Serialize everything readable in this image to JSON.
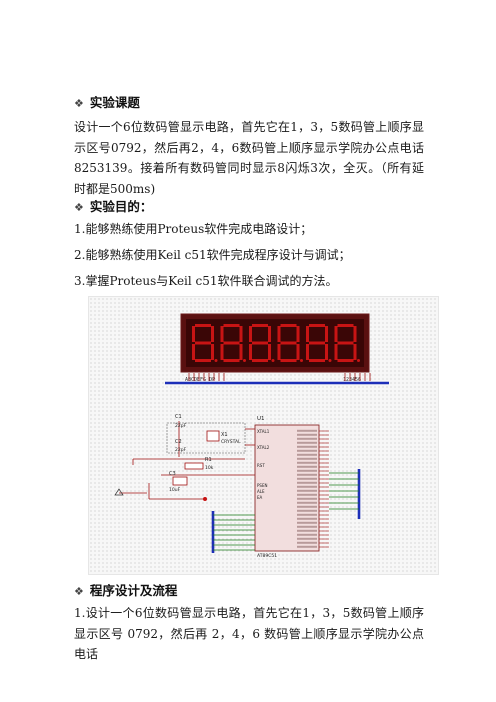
{
  "sections": [
    {
      "bullet": "❖",
      "title": "实验课题"
    },
    {
      "bullet": "❖",
      "title": "实验目的："
    },
    {
      "bullet": "❖",
      "title": "程序设计及流程"
    }
  ],
  "task_paragraph": "设计一个6位数码管显示电路，首先它在1，3，5数码管上顺序显示区号0792，然后再2，4，6数码管上顺序显示学院办公点电话8253139。接着所有数码管同时显示8闪烁3次，全灭。（所有延时都是500ms)",
  "goals": [
    "1.能够熟练使用Proteus软件完成电路设计；",
    "2.能够熟练使用Keil c51软件完成程序设计与调试；",
    "3.掌握Proteus与Keil c51软件联合调试的方法。"
  ],
  "flow_paragraph": "1.设计一个6位数码管显示电路，首先它在1，3，5数码管上顺序显示区号 0792，然后再 2，4，6 数码管上顺序显示学院办公点电话",
  "schematic": {
    "display_digits": [
      "8",
      "8",
      "8",
      "8",
      "8",
      "8"
    ],
    "display_pins_left": "ABCDEFG DP",
    "display_pins_right": "123456",
    "chip_ref": "U1",
    "chip_part": "AT89C51",
    "crystal_ref": "X1",
    "crystal_label": "CRYSTAL",
    "cap_c1": "C1",
    "cap_c1_val": "22pF",
    "cap_c2": "C2",
    "cap_c2_val": "22pF",
    "resistor_ref": "R1",
    "resistor_val": "10k",
    "cap_c3": "C3",
    "cap_c3_val": "10uF",
    "pin_xtal1": "XTAL1",
    "pin_xtal2": "XTAL2",
    "pin_rst": "RST",
    "pin_psen": "PSEN",
    "pin_ale": "ALE",
    "pin_ea": "EA",
    "colors": {
      "segment_red": "#c81414",
      "display_bg": "#3a0606",
      "bus_blue": "#1d2fb8",
      "wire_red": "#a01010",
      "wire_green": "#1a7a1a",
      "chip_fill": "#f2dede"
    }
  }
}
